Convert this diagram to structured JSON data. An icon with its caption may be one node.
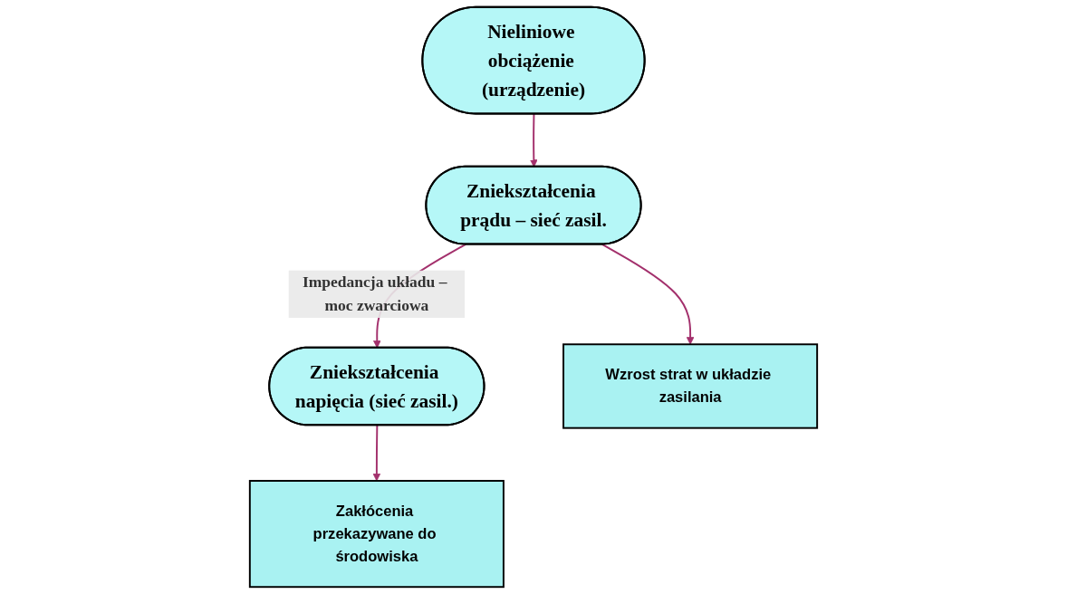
{
  "diagram": {
    "nodes": [
      {
        "text": [
          "Nieliniowe obciążenie (urządzenie)"
        ]
      },
      {
        "text": [
          "Zniekształcenia prądu – sieć zasil."
        ]
      },
      {
        "text": [
          "Zniekształcenia napięcia (sieć zasil.)"
        ]
      },
      {
        "text": [
          "Wzrost strat w układzie zasilania"
        ]
      },
      {
        "text": [
          "Zakłócenia przekazywane do środowiska"
        ]
      }
    ],
    "edges": [
      {
        "from": 0,
        "to": 1,
        "arrow": "to"
      },
      {
        "from": 1,
        "to": 2,
        "arrow": "to",
        "label": "Impedancja układu – moc zwarciowa"
      },
      {
        "from": 1,
        "to": 3,
        "arrow": "to"
      },
      {
        "from": 2,
        "to": 4,
        "arrow": "to"
      }
    ]
  }
}
